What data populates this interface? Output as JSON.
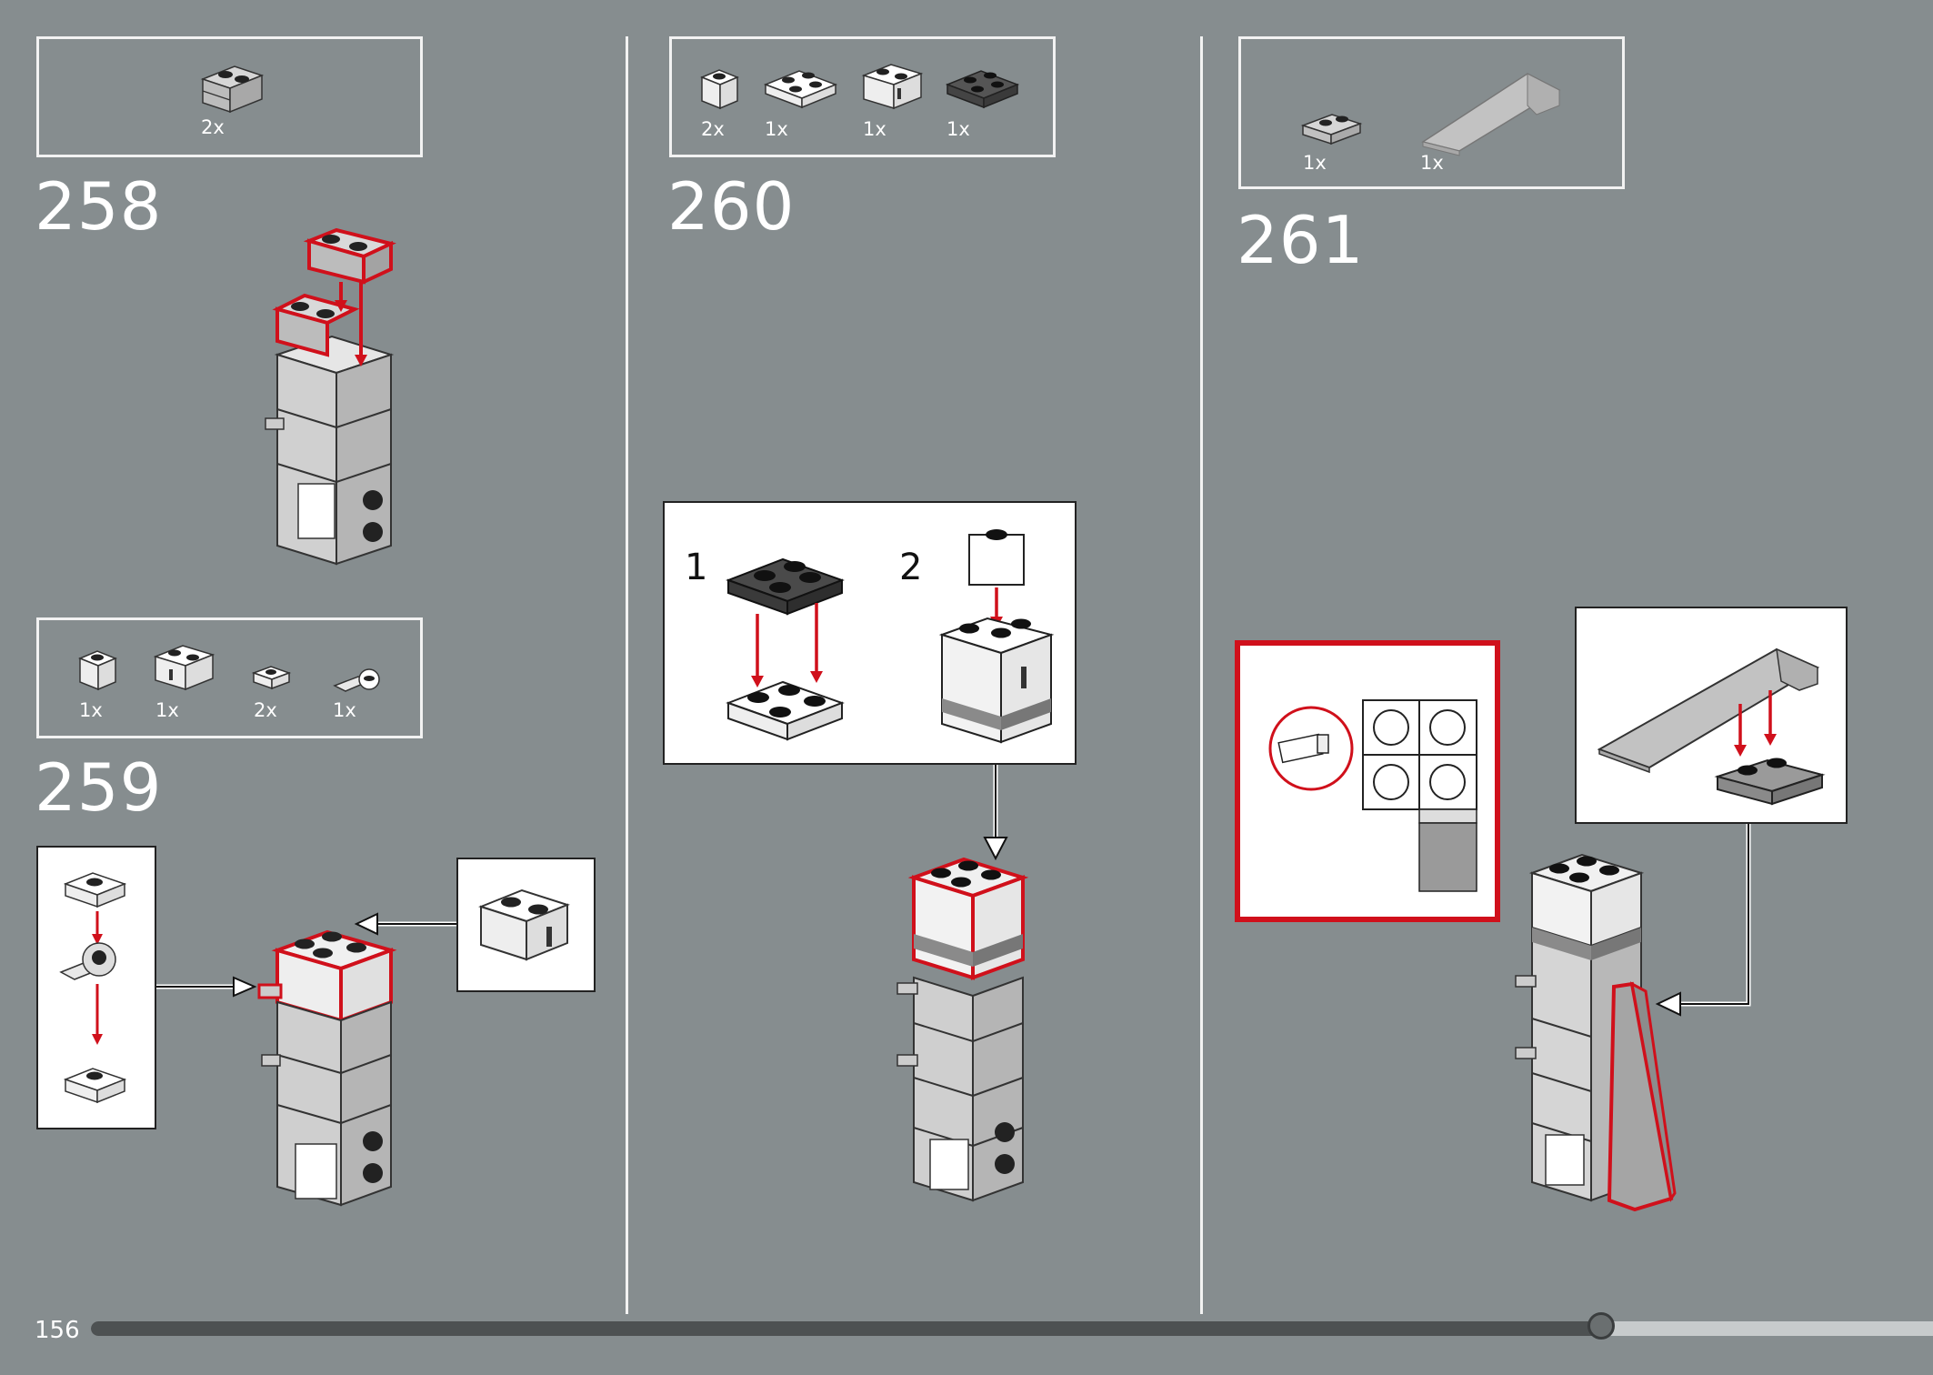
{
  "page": {
    "number": "156",
    "progress": 0.82
  },
  "steps": [
    {
      "number": "258",
      "parts": [
        {
          "qty": "2x",
          "icon": "brick-1x2-light-gray-grille"
        }
      ]
    },
    {
      "number": "259",
      "parts": [
        {
          "qty": "1x",
          "icon": "brick-1x1-white"
        },
        {
          "qty": "1x",
          "icon": "brick-1x2-white-slot"
        },
        {
          "qty": "2x",
          "icon": "plate-1x1-white"
        },
        {
          "qty": "1x",
          "icon": "plate-clip-light-gray"
        }
      ]
    },
    {
      "number": "260",
      "parts": [
        {
          "qty": "2x",
          "icon": "brick-1x1-white"
        },
        {
          "qty": "1x",
          "icon": "plate-2x2-white"
        },
        {
          "qty": "1x",
          "icon": "brick-1x2-white-slot"
        },
        {
          "qty": "1x",
          "icon": "plate-2x2-dark-gray"
        }
      ],
      "substeps": [
        "1",
        "2"
      ]
    },
    {
      "number": "261",
      "parts": [
        {
          "qty": "1x",
          "icon": "plate-1x2-light-gray"
        },
        {
          "qty": "1x",
          "icon": "wedge-slope-light-gray"
        }
      ]
    }
  ],
  "colors": {
    "background": "#868d8f",
    "accent": "#d0101b",
    "progress_fill": "#4d5152",
    "progress_track": "#c7cbcc"
  }
}
